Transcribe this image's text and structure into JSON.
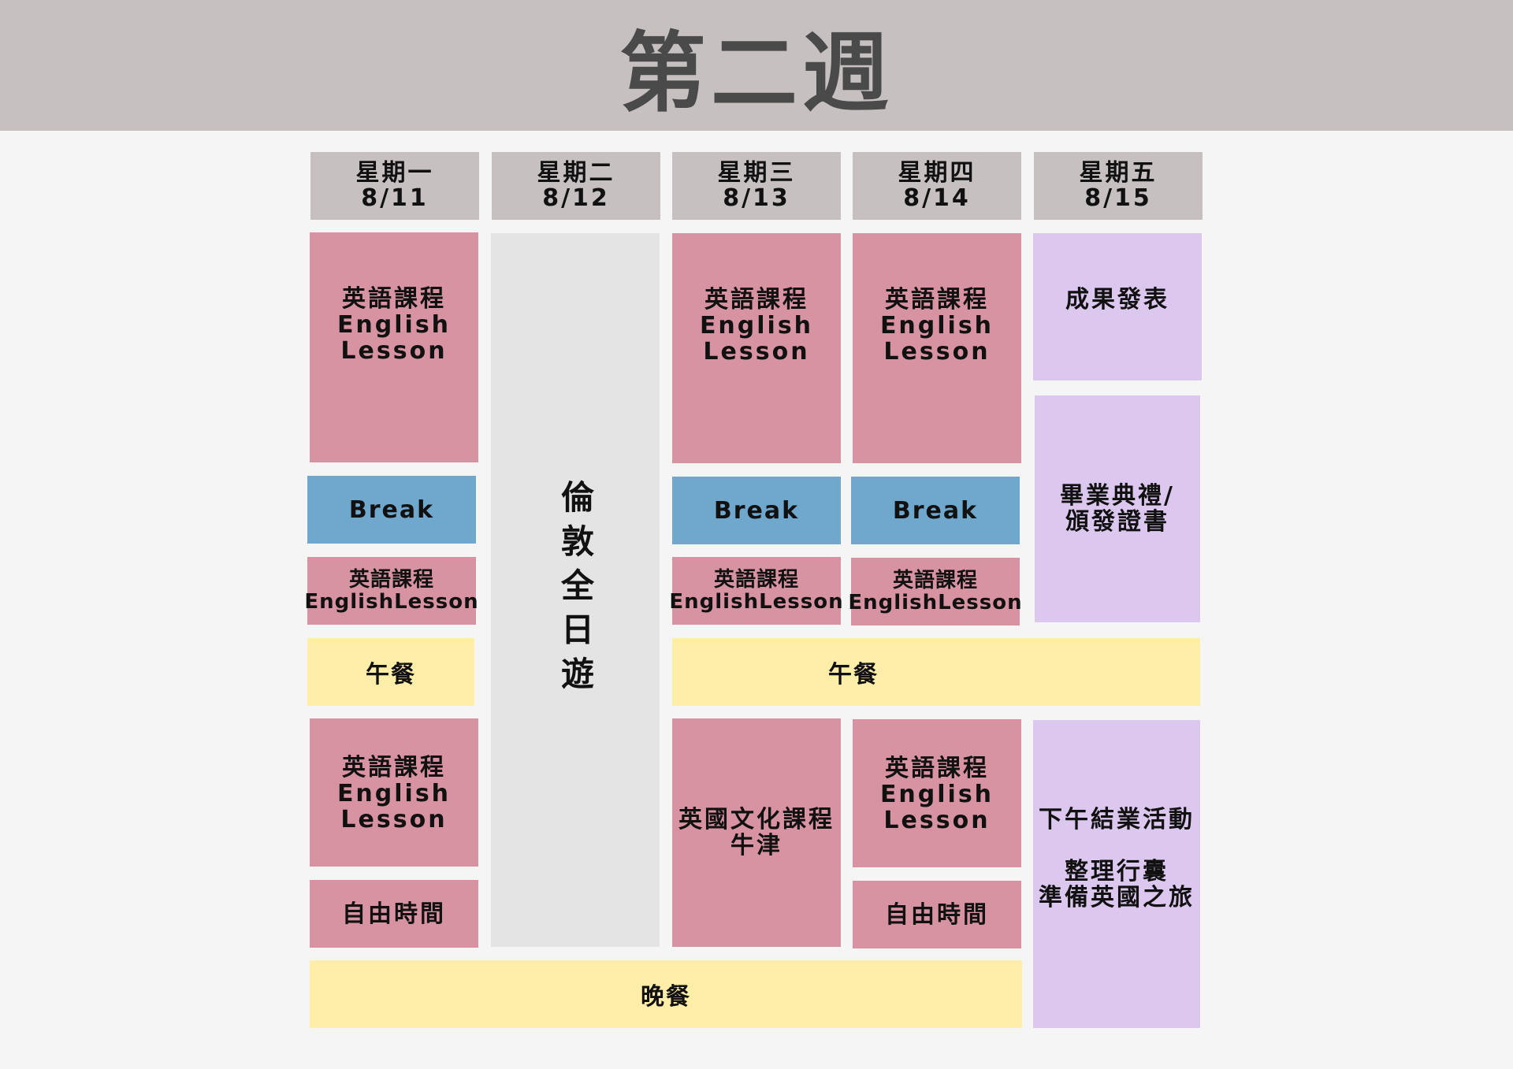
{
  "title": "第二週",
  "days": [
    {
      "label": "星期一\n8/11"
    },
    {
      "label": "星期二\n8/12"
    },
    {
      "label": "星期三\n8/13"
    },
    {
      "label": "星期四\n8/14"
    },
    {
      "label": "星期五\n8/15"
    }
  ],
  "blocks": {
    "mon_lesson_1": "英語課程\nEnglish\nLesson",
    "mon_break": "Break",
    "mon_lesson_2": "英語課程\nEnglishLesson",
    "mon_lunch": "午餐",
    "mon_lesson_3": "英語課程\nEnglish\nLesson",
    "mon_free_time": "自由時間",
    "tue_trip": "倫敦全日遊",
    "wed_lesson_1": "英語課程\nEnglish\nLesson",
    "wed_break": "Break",
    "wed_lesson_2": "英語課程\nEnglishLesson",
    "wed_culture": "英國文化課程\n牛津",
    "thu_lesson_1": "英語課程\nEnglish\nLesson",
    "thu_break": "Break",
    "thu_lesson_2": "英語課程\nEnglishLesson",
    "thu_lesson_3": "英語課程\nEnglish\nLesson",
    "thu_free_time": "自由時間",
    "wed_fri_lunch": "午餐",
    "fri_presentation": "成果發表",
    "fri_ceremony": "畢業典禮/\n頒發證書",
    "fri_closing": "下午結業活動\n\n整理行囊\n準備英國之旅",
    "dinner": "晚餐"
  },
  "colors": {
    "header": "#c6c1c0",
    "lesson": "#d793a2",
    "break": "#6fa7cd",
    "meal": "#ffeea8",
    "event": "#dcc7ef",
    "trip": "#e4e4e4"
  }
}
